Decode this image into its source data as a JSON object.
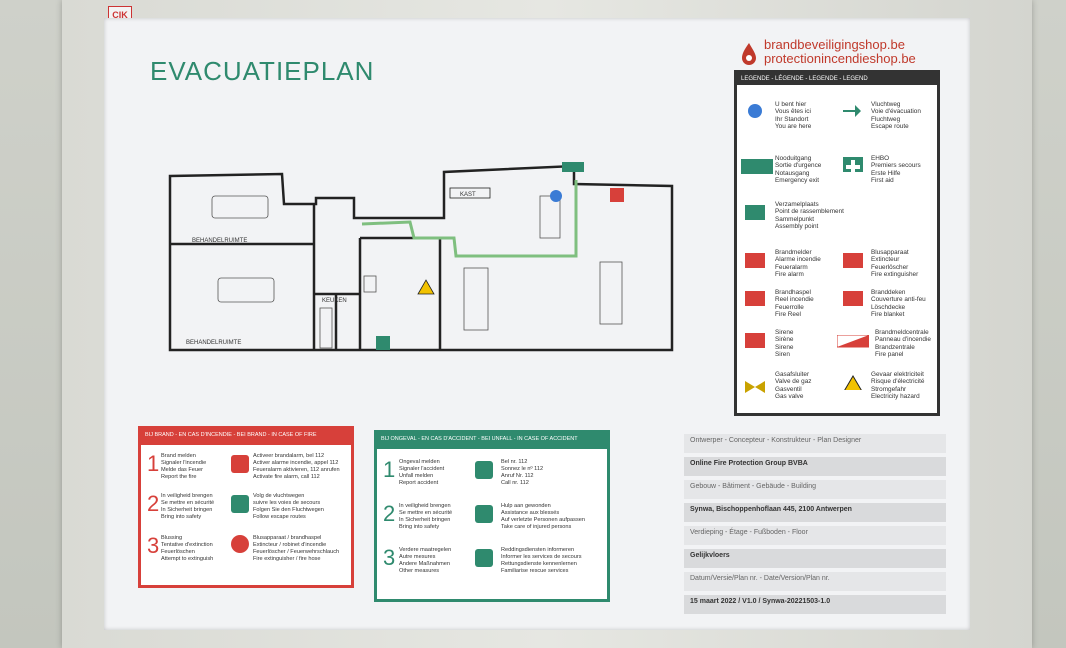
{
  "frame": {
    "tag": "CIK"
  },
  "poster": {
    "title": "EVACUATIEPLAN",
    "brand": {
      "line1": "brandbeveiligingshop.be",
      "line2": "protectionincendieshop.be"
    }
  },
  "plan": {
    "rooms": [
      "BEHANDELRUIMTE",
      "BEHANDELRUIMTE",
      "KEUKEN",
      "KAST"
    ]
  },
  "legend": {
    "header": "LEGENDE - LÉGENDE - LEGENDE - LEGEND",
    "items": [
      {
        "icon": "you-are-here-icon",
        "text": "U bent hier\nVous êtes ici\nIhr Standort\nYou are here"
      },
      {
        "icon": "escape-route-arrow-icon",
        "text": "Vluchtweg\nVoie d'évacuation\nFluchtweg\nEscape route"
      },
      {
        "icon": "emergency-exit-icon",
        "text": "Nooduitgang\nSortie d'urgence\nNotausgang\nEmergency exit"
      },
      {
        "icon": "first-aid-icon",
        "text": "EHBO\nPremiers secours\nErste Hilfe\nFirst aid"
      },
      {
        "icon": "assembly-point-icon",
        "text": "Verzamelplaats\nPoint de rassemblement\nSammelpunkt\nAssembly point"
      },
      {
        "icon": "fire-alarm-icon",
        "text": "Brandmelder\nAlarme incendie\nFeueralarm\nFire alarm"
      },
      {
        "icon": "fire-extinguisher-icon",
        "text": "Blusapparaat\nExtincteur\nFeuerlöscher\nFire extinguisher"
      },
      {
        "icon": "fire-hose-reel-icon",
        "text": "Brandhaspel\nReel incendie\nFeuerrolle\nFire Reel"
      },
      {
        "icon": "fire-blanket-icon",
        "text": "Branddeken\nCouverture anti-feu\nLöschdecke\nFire blanket"
      },
      {
        "icon": "siren-icon",
        "text": "Sirene\nSirène\nSirene\nSiren"
      },
      {
        "icon": "fire-panel-icon",
        "text": "Brandmeldcentrale\nPanneau d'incendie\nBrandzentrale\nFire panel"
      },
      {
        "icon": "gas-valve-icon",
        "text": "Gasafsluiter\nValve de gaz\nGasventil\nGas valve"
      },
      {
        "icon": "electricity-hazard-icon",
        "text": "Gevaar elektriciteit\nRisque d'électricité\nStromgefahr\nElectricity hazard"
      }
    ]
  },
  "fire_panel": {
    "header": "BIJ BRAND - EN CAS D'INCENDIE - BEI BRAND - IN CASE OF FIRE",
    "steps": [
      {
        "num": "1",
        "text": "Brand melden\nSignaler l'incendie\nMelde das Feuer\nReport the fire",
        "action": "Activeer brandalarm, bel 112\nActiver alarme incendie, appel 112\nFeueralarm aktivieren, 112 anrufen\nActivate fire alarm, call 112"
      },
      {
        "num": "2",
        "text": "In veiligheid brengen\nSe mettre en sécurité\nIn Sicherheit bringen\nBring into safety",
        "action": "Volg de vluchtwegen\nsuivre les voies de secours\nFolgen Sie den Fluchtwegen\nFollow escape routes"
      },
      {
        "num": "3",
        "text": "Blussing\nTentative d'extinction\nFeuerlöschen\nAttempt to extinguish",
        "action": "Blusapparaat / brandhaspel\nExtincteur / robinet d'incendie\nFeuerlöscher / Feuerwehrschlauch\nFire extinguisher / fire hose"
      }
    ]
  },
  "accident_panel": {
    "header": "BIJ ONGEVAL - EN CAS D'ACCIDENT - BEI UNFALL - IN CASE OF ACCIDENT",
    "steps": [
      {
        "num": "1",
        "text": "Ongeval melden\nSignaler l'accident\nUnfall melden\nReport accident",
        "action": "Bel nr. 112\nSonnez le nº 112\nAnruf Nr. 112\nCall nr. 112"
      },
      {
        "num": "2",
        "text": "In veiligheid brengen\nSe mettre en sécurité\nIn Sicherheit bringen\nBring into safety",
        "action": "Hulp aan gewonden\nAssistance aux blessés\nAuf verletzte Personen aufpassen\nTake care of injured persons"
      },
      {
        "num": "3",
        "text": "Verdere maatregelen\nAutre mesures\nAndere Maßnahmen\nOther measures",
        "action": "Reddingsdiensten informeren\nInformer les services de secours\nRettungsdienste kennenlernen\nFamiliarise rescue services"
      }
    ]
  },
  "info": {
    "rows": [
      {
        "kind": "label",
        "text": "Ontwerper - Concepteur - Konstrukteur - Plan Designer"
      },
      {
        "kind": "value",
        "text": "Online Fire Protection Group BVBA"
      },
      {
        "kind": "label",
        "text": "Gebouw - Bâtiment - Gebäude - Building"
      },
      {
        "kind": "value",
        "text": "Synwa, Bischoppenhoflaan 445, 2100 Antwerpen"
      },
      {
        "kind": "label",
        "text": "Verdieping - Étage - Fußboden - Floor"
      },
      {
        "kind": "value",
        "text": "Gelijkvloers"
      },
      {
        "kind": "label",
        "text": "Datum/Versie/Plan nr. - Date/Version/Plan nr."
      },
      {
        "kind": "value",
        "text": "15 maart 2022 / V1.0 / Synwa-20221503-1.0"
      }
    ]
  },
  "colors": {
    "green": "#2f8a6e",
    "red": "#d7403a",
    "blue": "#3a7bd5",
    "dark": "#333333"
  }
}
